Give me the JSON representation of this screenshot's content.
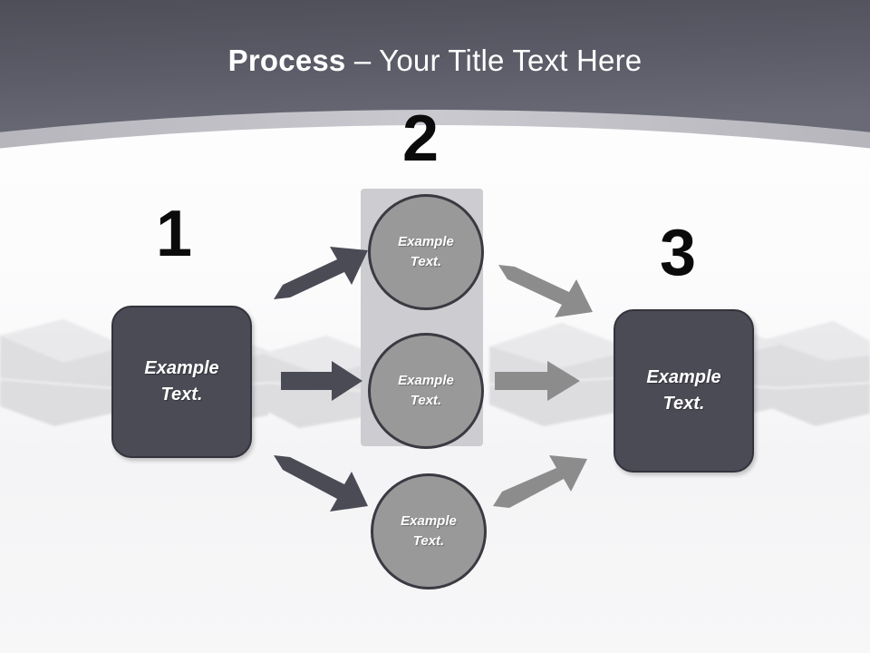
{
  "slide": {
    "title": {
      "bold_part": "Process",
      "rest_part": " – Your Title Text Here"
    },
    "theme": {
      "header_dark": "#5a5a66",
      "header_arc": "#b9b9bf",
      "box_fill": "#4b4b56",
      "box_stroke": "#33333c",
      "circle_fill": "#999999",
      "circle_stroke": "#3a3a42",
      "panel_fill": "#cdcdd1",
      "arrow_dark": "#4b4b56",
      "arrow_light": "#8c8c8c",
      "number_color": "#0b0b0b",
      "background": "#f7f7f8"
    },
    "steps": [
      {
        "number": "1",
        "label_line1": "Example",
        "label_line2": "Text."
      },
      {
        "number": "2",
        "label_line1": "Example",
        "label_line2": "Text."
      },
      {
        "number": "3",
        "label_line1": "Example",
        "label_line2": "Text."
      }
    ],
    "nodes": {
      "left_box": {
        "line1": "Example",
        "line2": "Text."
      },
      "circle_top": {
        "line1": "Example",
        "line2": "Text."
      },
      "circle_mid": {
        "line1": "Example",
        "line2": "Text."
      },
      "circle_bot": {
        "line1": "Example",
        "line2": "Text."
      },
      "right_box": {
        "line1": "Example",
        "line2": "Text."
      }
    },
    "connectors": [
      {
        "name": "left-to-circle-top",
        "direction": "up-right",
        "color": "#4b4b56"
      },
      {
        "name": "left-to-circle-mid",
        "direction": "right",
        "color": "#4b4b56"
      },
      {
        "name": "left-to-circle-bottom",
        "direction": "down-right",
        "color": "#4b4b56"
      },
      {
        "name": "circle-top-to-right",
        "direction": "down-right",
        "color": "#8c8c8c"
      },
      {
        "name": "circle-mid-to-right",
        "direction": "right",
        "color": "#8c8c8c"
      },
      {
        "name": "circle-bottom-to-right",
        "direction": "up-right",
        "color": "#8c8c8c"
      }
    ]
  }
}
